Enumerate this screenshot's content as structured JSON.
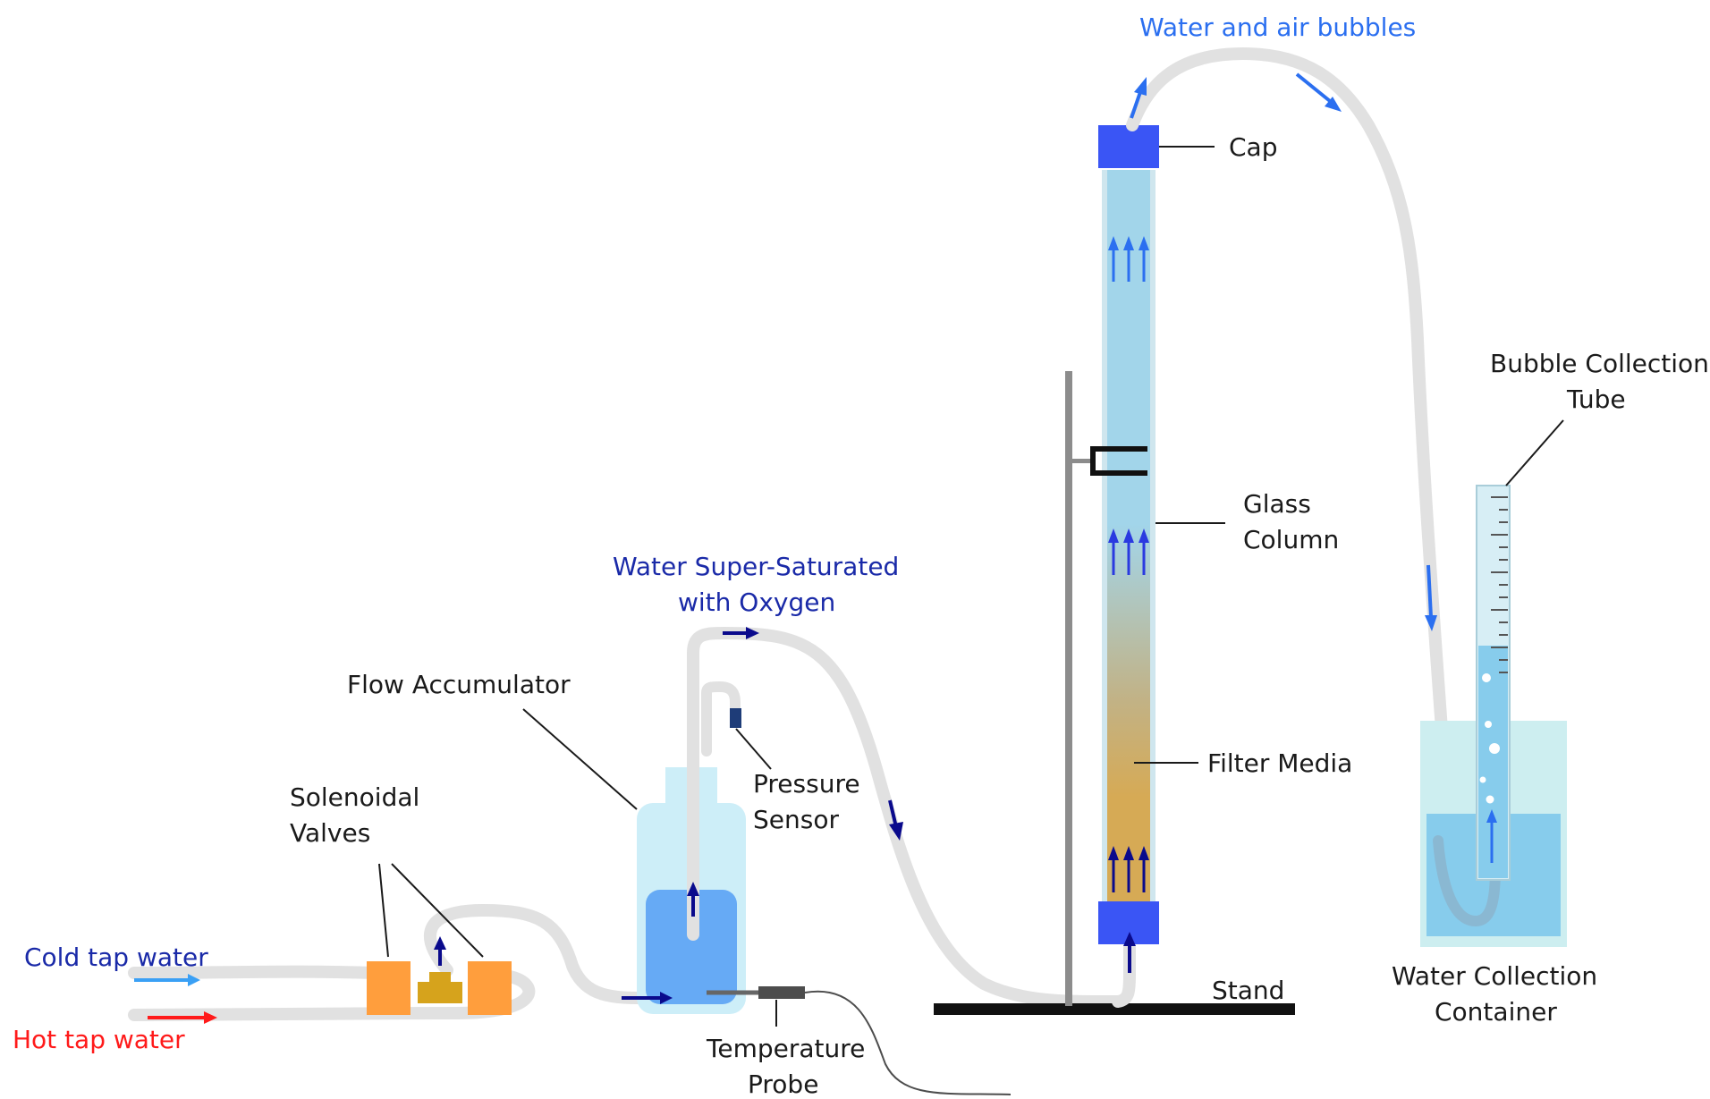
{
  "labels": {
    "cold_tap_water": "Cold tap water",
    "hot_tap_water": "Hot tap water",
    "solenoidal_valves_line1": "Solenoidal",
    "solenoidal_valves_line2": "Valves",
    "flow_accumulator": "Flow Accumulator",
    "pressure_sensor_line1": "Pressure",
    "pressure_sensor_line2": "Sensor",
    "water_super_saturated_line1": "Water Super-Saturated",
    "water_super_saturated_line2": "with Oxygen",
    "temperature_probe_line1": "Temperature",
    "temperature_probe_line2": "Probe",
    "water_and_air_bubbles": "Water and air bubbles",
    "cap": "Cap",
    "glass_column_line1": "Glass",
    "glass_column_line2": "Column",
    "filter_media": "Filter Media",
    "stand": "Stand",
    "bubble_collection_tube_line1": "Bubble Collection",
    "bubble_collection_tube_line2": "Tube",
    "water_collection_container_line1": "Water Collection",
    "water_collection_container_line2": "Container"
  },
  "colors": {
    "tubing": "#e1e1e1",
    "cold_water_arrow": "#3aa0f5",
    "hot_water_arrow": "#ff1a1a",
    "valve": "#ff9e3d",
    "valve_connector": "#d6a31c",
    "flow_arrow_navy": "#0a0a8c",
    "flow_arrow_blue": "#2b6ff0",
    "accumulator_glass": "#cdeef8",
    "accumulator_water": "#66aaf5",
    "column_water": "#a2d5ea",
    "filter_media": "#d6aa55",
    "cap": "#3a55f5",
    "stand": "#8c8c8c",
    "base": "#111111",
    "container_glass": "#cdeef0",
    "container_water": "#87ccec"
  }
}
